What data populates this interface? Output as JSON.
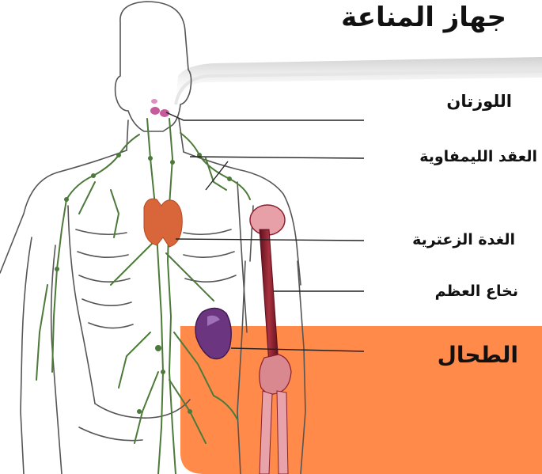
{
  "title": "جهاز المناعة",
  "labels": {
    "tonsils": "اللوزتان",
    "lymph_nodes": "العقد الليمفاوية",
    "thymus": "الغدة الزعترية",
    "bone_marrow": "نخاع العظم",
    "spleen": "الطحال"
  },
  "colors": {
    "accent_panel": "#ff8a4a",
    "lymph_vessels": "#4d7a3a",
    "thymus": "#d9663a",
    "spleen": "#6b3580",
    "bone": "#8a1f2e",
    "tonsils": "#c75a9a",
    "outline": "#555555"
  }
}
